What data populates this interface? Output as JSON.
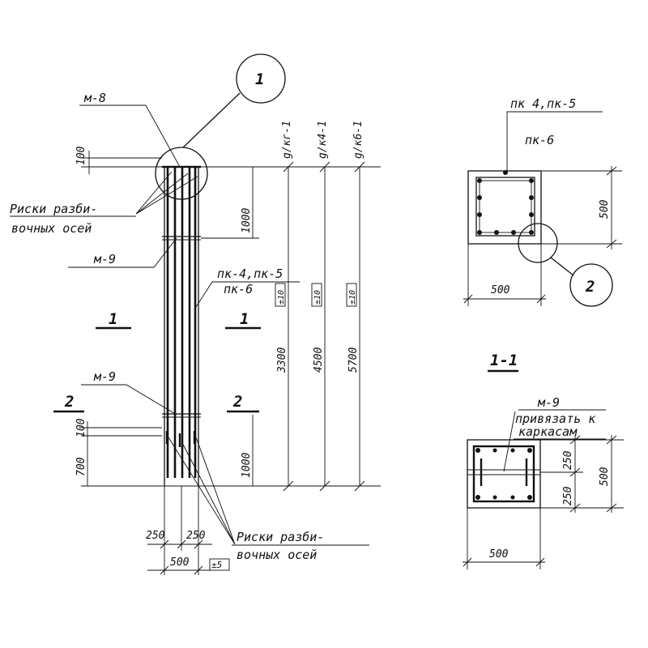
{
  "callouts": {
    "one": "1",
    "two": "2"
  },
  "labels": {
    "m8": "м-8",
    "m9_upper": "м-9",
    "m9_lower": "м-9",
    "m9_section": "м-9",
    "pk45_elev": "пк-4,пк-5",
    "pk6_elev": "пк-6",
    "pk45_plan": "пк 4,пк-5",
    "pk6_plan": "пк-6",
    "riski_top_1": "Риски разби-",
    "riski_top_2": "вочных осей",
    "riski_bot_1": "Риски разби-",
    "riski_bot_2": "вочных осей",
    "privyazat_1": "привязать к",
    "privyazat_2": "каркасам"
  },
  "sections": {
    "sec1_left": "1",
    "sec1_right": "1",
    "sec2_left": "2",
    "sec2_right": "2",
    "section_title": "1-1"
  },
  "piles": {
    "p1": "g/кг-1",
    "p2": "g/к4-1",
    "p3": "g/к6-1"
  },
  "dimensions": {
    "top_100": "100",
    "top_1000": "1000",
    "bot_100": "100",
    "bot_700": "700",
    "bot_1000": "1000",
    "len_3300": "3300",
    "len_4500": "4500",
    "len_5700": "5700",
    "tol_10a": "±10",
    "tol_10b": "±10",
    "tol_10c": "±10",
    "w_250a": "250",
    "w_250b": "250",
    "w_500": "500",
    "tol_5": "±5",
    "plan_h_500": "500",
    "plan_w_500": "500",
    "sec_250a": "250",
    "sec_250b": "250",
    "sec_h_500": "500",
    "sec_w_500": "500"
  }
}
